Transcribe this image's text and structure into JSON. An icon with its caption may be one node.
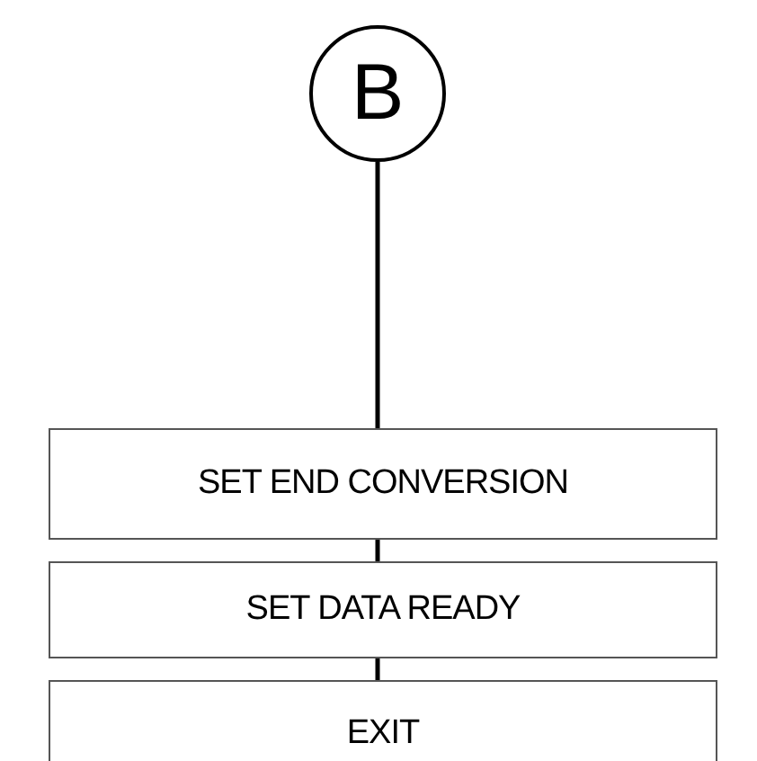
{
  "diagram": {
    "nodes": [
      {
        "text": [
          "B"
        ]
      },
      {
        "text": [
          "SET END CONVERSION"
        ]
      },
      {
        "text": [
          "SET DATA READY"
        ]
      },
      {
        "text": [
          "EXIT"
        ]
      }
    ],
    "edges": [
      {
        "from": 0,
        "to": 1,
        "arrow": "none"
      },
      {
        "from": 1,
        "to": 2,
        "arrow": "none"
      },
      {
        "from": 2,
        "to": 3,
        "arrow": "none"
      }
    ]
  }
}
